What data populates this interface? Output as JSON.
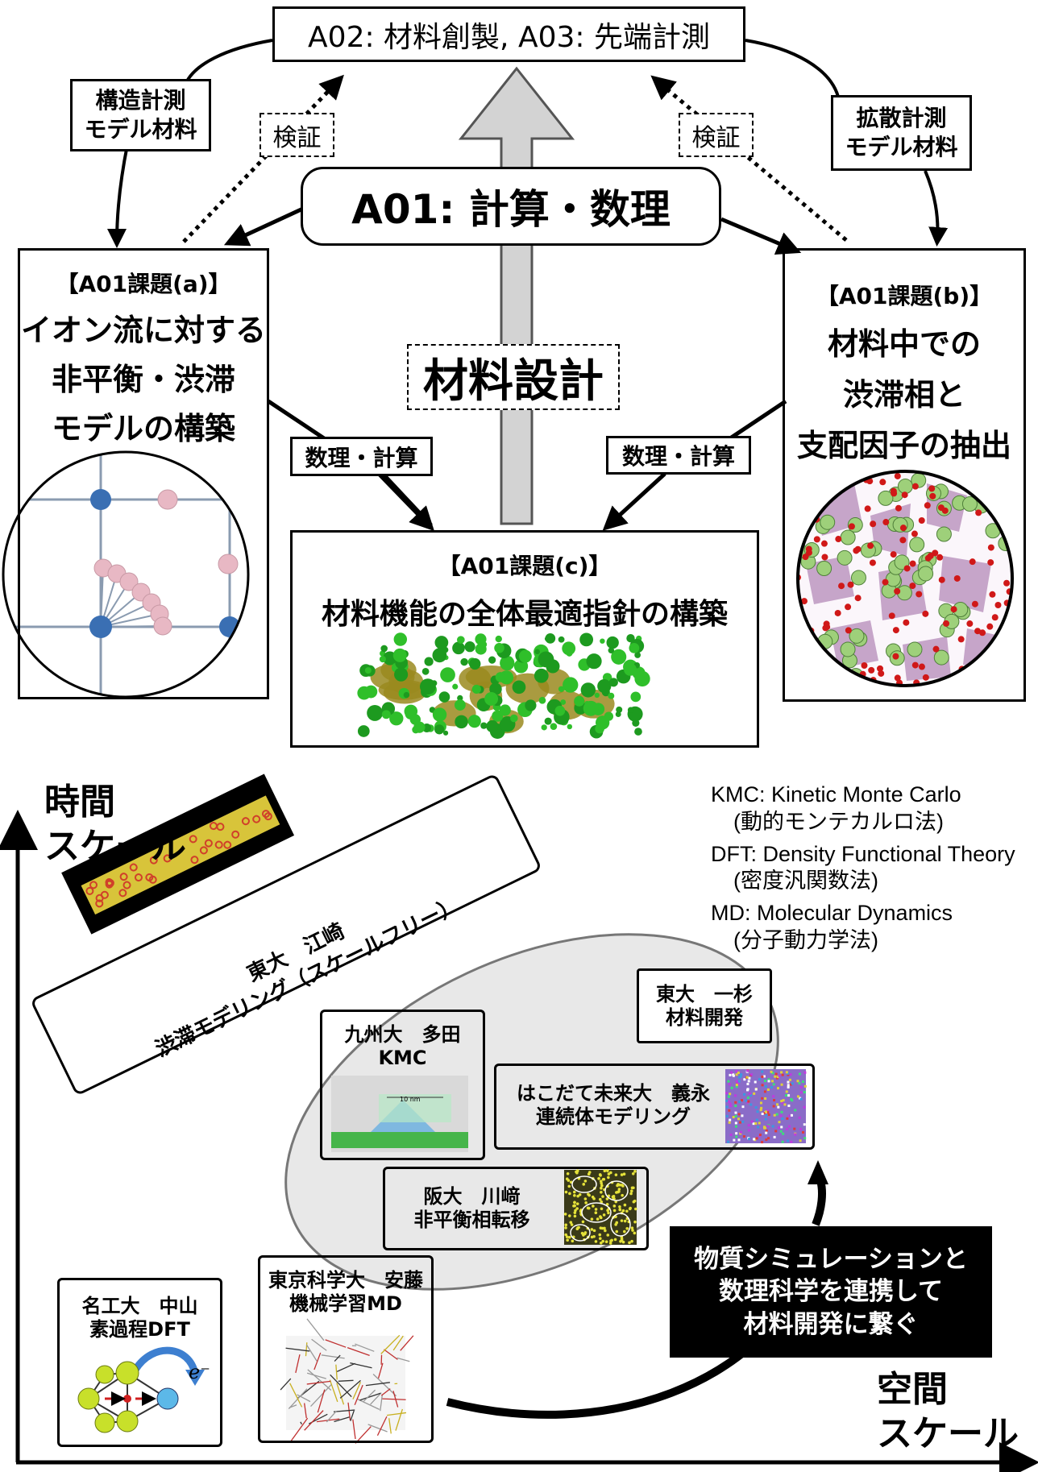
{
  "top": {
    "title": "A02: 材料創製, A03: 先端計測",
    "center_title": "A01: 計算・数理",
    "left_side_note": [
      "構造計測",
      "モデル材料"
    ],
    "right_side_note": [
      "拡散計測",
      "モデル材料"
    ],
    "verify_left": "検証",
    "verify_right": "検証",
    "material_design": "材料設計",
    "math_left": "数理・計算",
    "math_right": "数理・計算",
    "box_a": {
      "heading": "【A01課題(a)】",
      "lines": [
        "イオン流に対する",
        "非平衡・渋滞",
        "モデルの構築"
      ]
    },
    "box_b": {
      "heading": "【A01課題(b)】",
      "lines": [
        "材料中での",
        "渋滞相と",
        "支配因子の抽出"
      ]
    },
    "box_c": {
      "heading": "【A01課題(c)】",
      "line": "材料機能の全体最適指針の構築"
    }
  },
  "bottom": {
    "axis_y": [
      "時間",
      "スケール"
    ],
    "axis_x": [
      "空間",
      "スケール"
    ],
    "legend": [
      {
        "abbr": "KMC: Kinetic Monte Carlo",
        "ja": "(動的モンテカルロ法)"
      },
      {
        "abbr": "DFT: Density Functional Theory",
        "ja": "(密度汎関数法)"
      },
      {
        "abbr": "MD: Molecular Dynamics",
        "ja": "(分子動力学法)"
      }
    ],
    "labs": {
      "todai_ezaki": {
        "line1": "東大　江崎",
        "line2": "渋滞モデリング（スケールフリー）"
      },
      "todai_ichisugi": {
        "line1": "東大　一杉",
        "line2": "材料開発"
      },
      "kyushu_tada": {
        "line1": "九州大　多田",
        "line2": "KMC",
        "scale": "10 nm"
      },
      "hakodate_yoshinaga": {
        "line1": "はこだて未来大　義永",
        "line2": "連続体モデリング"
      },
      "osaka_kawasaki": {
        "line1": "阪大　川﨑",
        "line2": "非平衡相転移"
      },
      "tokyo_sci_ando": {
        "line1": "東京科学大　安藤",
        "line2": "機械学習MD"
      },
      "meiko_nakayama": {
        "line1": "名工大　中山",
        "line2": "素過程DFT",
        "electron": "e⁻"
      }
    },
    "message": [
      "物質シミュレーションと",
      "数理科学を連携して",
      "材料開発に繋ぐ"
    ]
  }
}
